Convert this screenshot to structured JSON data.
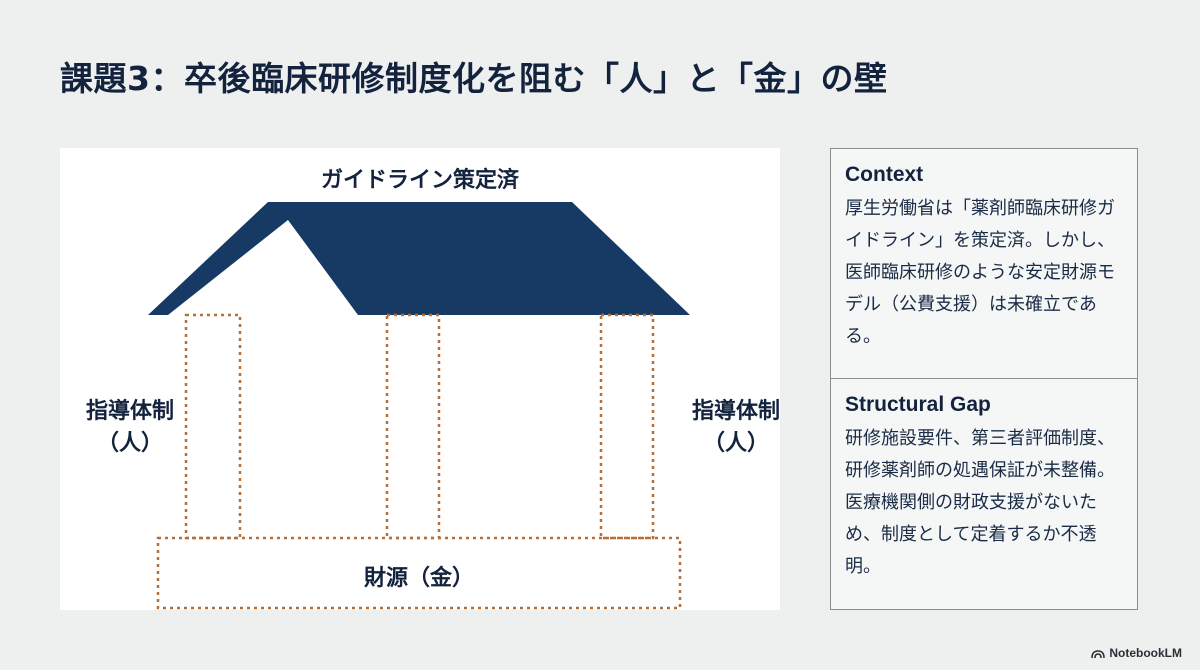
{
  "title": "課題3：卒後臨床研修制度化を阻む「人」と「金」の壁",
  "diagram": {
    "roof_label": "ガイドライン策定済",
    "left_label_line1": "指導体制",
    "left_label_line2": "（人）",
    "right_label_line1": "指導体制",
    "right_label_line2": "（人）",
    "base_label": "財源（金）"
  },
  "context": {
    "heading": "Context",
    "body": "厚生労働省は「薬剤師臨床研修ガイドライン」を策定済。しかし、医師臨床研修のような安定財源モデル（公費支援）は未確立である。"
  },
  "structural_gap": {
    "heading": "Structural Gap",
    "body": "研修施設要件、第三者評価制度、研修薬剤師の処遇保証が未整備。医療機関側の財政支援がないため、制度として定着するか不透明。"
  },
  "brand": {
    "name": "NotebookLM"
  },
  "colors": {
    "roof": "#163a63",
    "dotted_outline": "#b5703a",
    "text_dark": "#14233d"
  }
}
